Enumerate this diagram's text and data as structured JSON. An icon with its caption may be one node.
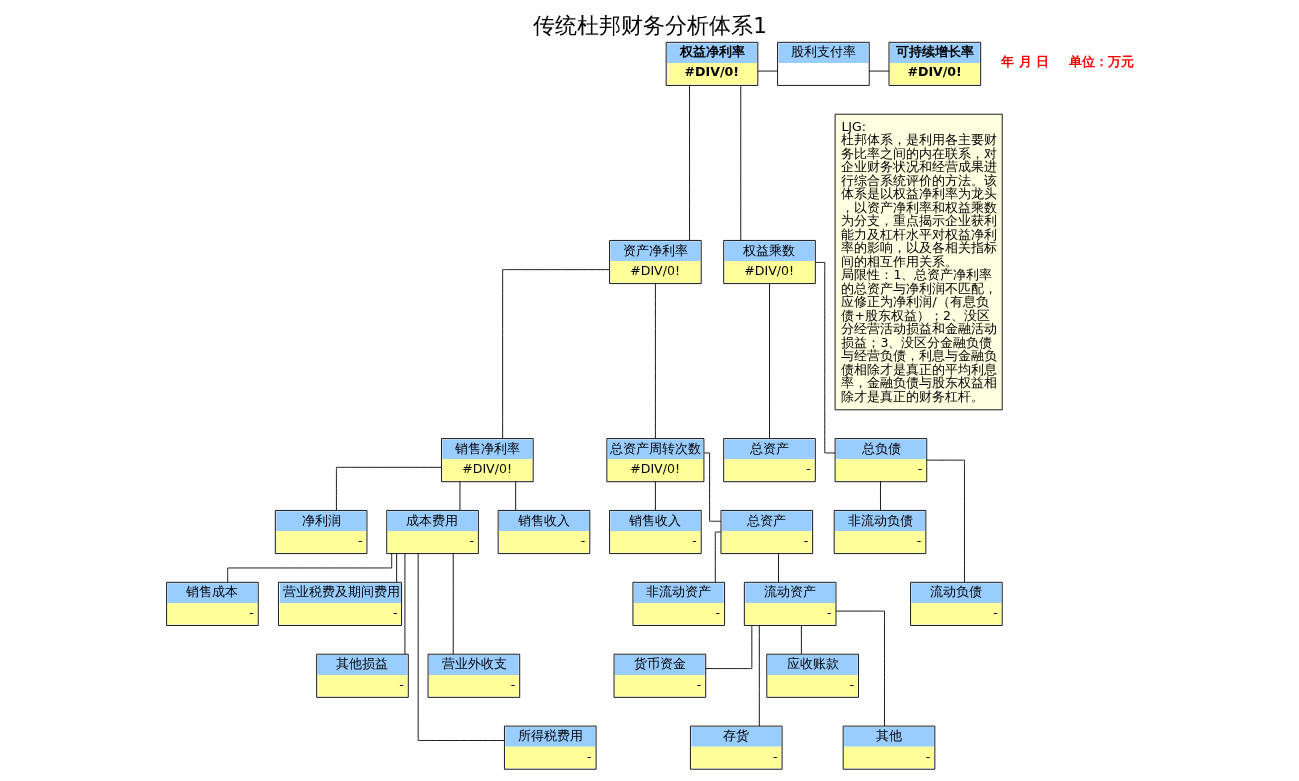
{
  "diagram": {
    "title": "传统杜邦财务分析体系1",
    "nodes": [
      {
        "text": [
          "权益净利率",
          "#DIV/0!"
        ]
      },
      {
        "text": [
          "股利支付率"
        ]
      },
      {
        "text": [
          "资产净利率",
          "#DIV/0!"
        ]
      },
      {
        "text": [
          "权益乘数",
          "#DIV/0!"
        ]
      },
      {
        "text": [
          "可持续增长率",
          "#DIV/0!"
        ]
      },
      {
        "text": [
          "销售净利率",
          "#DIV/0!"
        ]
      },
      {
        "text": [
          "总资产周转次数",
          "#DIV/0!"
        ]
      },
      {
        "text": [
          "总资产",
          "-"
        ]
      },
      {
        "text": [
          "总负债",
          "-"
        ]
      },
      {
        "text": [
          "净利润",
          "-"
        ]
      },
      {
        "text": [
          "成本费用",
          "-"
        ]
      },
      {
        "text": [
          "销售收入",
          "-"
        ]
      },
      {
        "text": [
          "销售收入",
          "-"
        ]
      },
      {
        "text": [
          "总资产",
          "-"
        ]
      },
      {
        "text": [
          "非流动负债",
          "-"
        ]
      },
      {
        "text": [
          "流动负债",
          "-"
        ]
      },
      {
        "text": [
          "销售成本",
          "-"
        ]
      },
      {
        "text": [
          "营业税费及期间费用",
          "-"
        ]
      },
      {
        "text": [
          "其他损益",
          "-"
        ]
      },
      {
        "text": [
          "营业外收支",
          "-"
        ]
      },
      {
        "text": [
          "所得税费用",
          "-"
        ]
      },
      {
        "text": [
          "非流动资产",
          "-"
        ]
      },
      {
        "text": [
          "流动资产",
          "-"
        ]
      },
      {
        "text": [
          "货币资金",
          "-"
        ]
      },
      {
        "text": [
          "存货",
          "-"
        ]
      },
      {
        "text": [
          "应收账款",
          "-"
        ]
      },
      {
        "text": [
          "其他",
          "-"
        ]
      }
    ],
    "edges": [
      {
        "from": 0,
        "to": 1,
        "arrow": "none"
      },
      {
        "from": 1,
        "to": 4,
        "arrow": "none"
      },
      {
        "from": 0,
        "to": 2,
        "arrow": "none"
      },
      {
        "from": 0,
        "to": 3,
        "arrow": "none"
      },
      {
        "from": 2,
        "to": 5,
        "arrow": "none"
      },
      {
        "from": 2,
        "to": 6,
        "arrow": "none"
      },
      {
        "from": 3,
        "to": 7,
        "arrow": "none"
      },
      {
        "from": 3,
        "to": 8,
        "arrow": "none"
      },
      {
        "from": 5,
        "to": 9,
        "arrow": "none"
      },
      {
        "from": 5,
        "to": 10,
        "arrow": "none"
      },
      {
        "from": 5,
        "to": 11,
        "arrow": "none"
      },
      {
        "from": 6,
        "to": 12,
        "arrow": "none"
      },
      {
        "from": 6,
        "to": 13,
        "arrow": "none"
      },
      {
        "from": 8,
        "to": 14,
        "arrow": "none"
      },
      {
        "from": 8,
        "to": 15,
        "arrow": "none"
      },
      {
        "from": 10,
        "to": 16,
        "arrow": "none"
      },
      {
        "from": 10,
        "to": 17,
        "arrow": "none"
      },
      {
        "from": 10,
        "to": 18,
        "arrow": "none"
      },
      {
        "from": 10,
        "to": 19,
        "arrow": "none"
      },
      {
        "from": 10,
        "to": 20,
        "arrow": "none"
      },
      {
        "from": 13,
        "to": 21,
        "arrow": "none"
      },
      {
        "from": 13,
        "to": 22,
        "arrow": "none"
      },
      {
        "from": 22,
        "to": 23,
        "arrow": "none"
      },
      {
        "from": 22,
        "to": 24,
        "arrow": "none"
      },
      {
        "from": 22,
        "to": 25,
        "arrow": "none"
      },
      {
        "from": 22,
        "to": 26,
        "arrow": "none"
      }
    ],
    "labels": [
      "年 月 日",
      "单位：万元",
      "LJG:",
      "杜邦体系，是利用各主要财务比率之间的内在联系，对企业财务状况和经营成果进行综合系统评价的方法。该体系是以权益净利率为龙头，以资产净利率和权益乘数为分支，重点揭示企业获利能力及杠杆水平对权益净利率的影响，以及各相关指标间的相互作用关系。",
      "局限性：1、总资产净利率的总资产与净利润不匹配，应修正为净利润/（有息负债+股东权益）；2、没区分经营活动损益和金融活动损益；3、没区分金融负债与经营负债，利息与金融负债相除才是真正的平均利息率，金融负债与股东权益相除才是真正的财务杠杆。"
    ]
  }
}
